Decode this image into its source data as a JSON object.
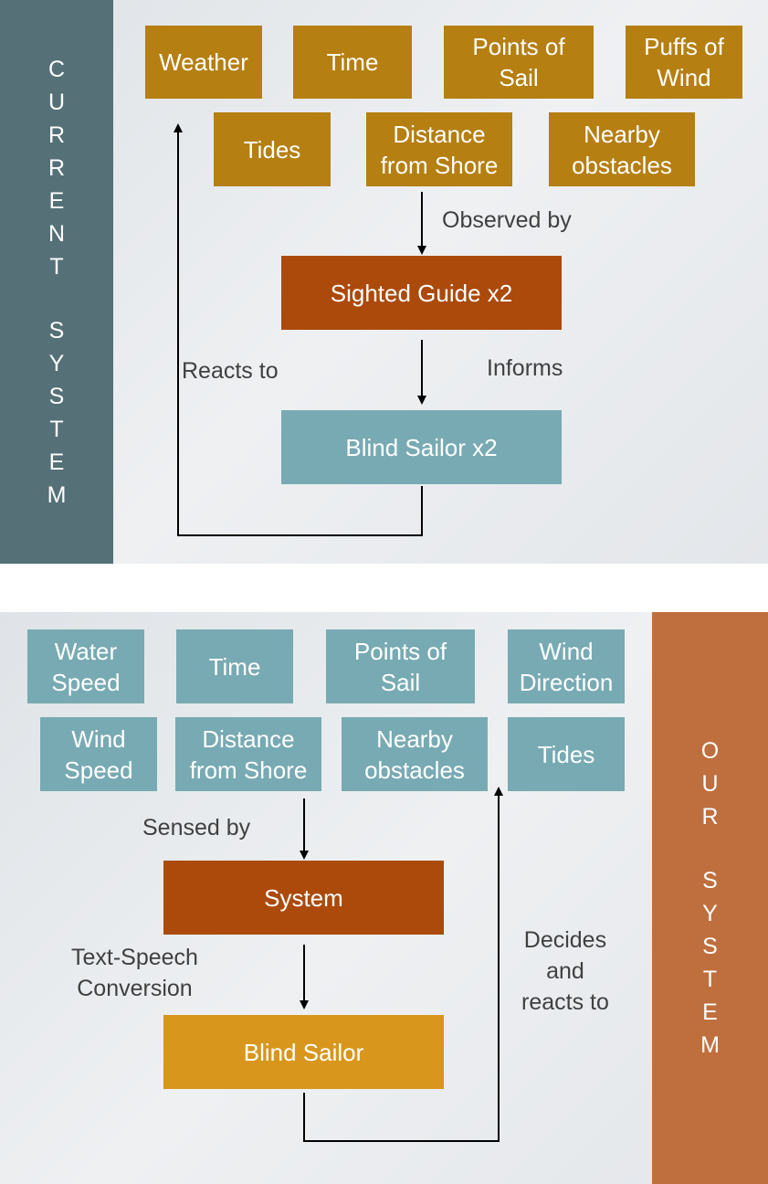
{
  "current": {
    "side_letters_1": [
      "C",
      "U",
      "R",
      "R",
      "E",
      "N",
      "T"
    ],
    "side_letters_2": [
      "S",
      "Y",
      "S",
      "T",
      "E",
      "M"
    ],
    "factors": {
      "weather": "Weather",
      "time": "Time",
      "points_of_sail": "Points of\nSail",
      "puffs_of_wind": "Puffs of\nWind",
      "tides": "Tides",
      "distance_from_shore": "Distance\nfrom Shore",
      "nearby_obstacles": "Nearby\nobstacles"
    },
    "observed_by": "Observed by",
    "sighted_guide": "Sighted Guide x2",
    "informs": "Informs",
    "reacts_to": "Reacts to",
    "blind_sailor": "Blind Sailor x2",
    "colors": {
      "factor": "#b57f11",
      "guide": "#ab4a0b",
      "sailor": "#78aab3",
      "side": "#557077"
    }
  },
  "ours": {
    "side_letters_1": [
      "O",
      "U",
      "R"
    ],
    "side_letters_2": [
      "S",
      "Y",
      "S",
      "T",
      "E",
      "M"
    ],
    "factors": {
      "water_speed": "Water\nSpeed",
      "time": "Time",
      "points_of_sail": "Points of\nSail",
      "wind_direction": "Wind\nDirection",
      "wind_speed": "Wind\nSpeed",
      "distance_from_shore": "Distance\nfrom Shore",
      "nearby_obstacles": "Nearby\nobstacles",
      "tides": "Tides"
    },
    "sensed_by": "Sensed by",
    "system": "System",
    "text_speech": "Text-Speech\nConversion",
    "decides": "Decides\nand\nreacts to",
    "blind_sailor": "Blind Sailor",
    "colors": {
      "factor": "#78aab3",
      "system": "#ab4a0b",
      "sailor": "#d8961c",
      "side": "#bf6f3e"
    }
  }
}
